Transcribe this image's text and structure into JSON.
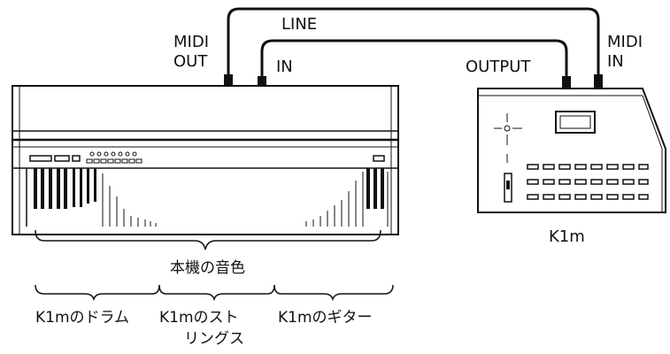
{
  "cable_labels": {
    "midi_out_line1": "MIDI",
    "midi_out_line2": "OUT",
    "line": "LINE",
    "in": "IN",
    "output": "OUTPUT",
    "midi_in_line1": "MIDI",
    "midi_in_line2": "IN"
  },
  "devices": {
    "module_name": "K1m"
  },
  "sounds": {
    "main": "本機の音色",
    "part1": "K1mのドラム",
    "part2_line1": "K1mのスト",
    "part2_line2": "リングス",
    "part3": "K1mのギター"
  }
}
